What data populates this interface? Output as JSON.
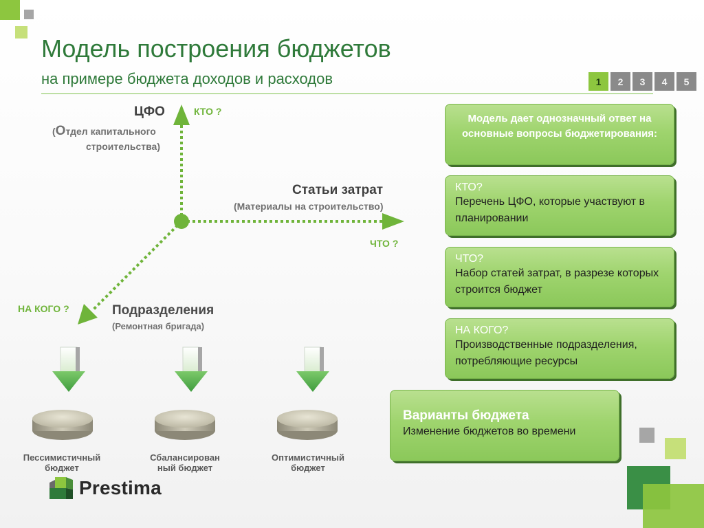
{
  "title": "Модель построения бюджетов",
  "subtitle": "на примере бюджета доходов и расходов",
  "pagination": [
    "1",
    "2",
    "3",
    "4",
    "5"
  ],
  "diagram": {
    "cfo": {
      "title": "ЦФО",
      "paren_open": "(",
      "first_letter": "О",
      "rest_line1": "тдел капитального",
      "line2": "строительства)",
      "question": "КТО ?"
    },
    "costs": {
      "title": "Статьи затрат",
      "sub": "(Материалы на строительство)",
      "question": "ЧТО ?"
    },
    "units": {
      "title": "Подразделения",
      "sub": "(Ремонтная бригада)",
      "question": "НА КОГО ?"
    }
  },
  "variants_bottom": [
    {
      "line1": "Пессимистичный",
      "line2": "бюджет"
    },
    {
      "line1": "Сбалансирован",
      "line2": "ный бюджет"
    },
    {
      "line1": "Оптимистичный",
      "line2": "бюджет"
    }
  ],
  "boxes": {
    "intro": "Модель дает однозначный ответ на основные вопросы бюджетирования:",
    "kto": {
      "head": "КТО?",
      "body": "Перечень ЦФО, которые участвуют в планировании"
    },
    "chto": {
      "head": "ЧТО?",
      "body": "Набор статей затрат, в разрезе которых строится бюджет"
    },
    "nakogo": {
      "head": "НА КОГО?",
      "body": "Производственные подразделения, потребляющие ресурсы"
    },
    "variants": {
      "head": "Варианты бюджета",
      "body": "Изменение бюджетов во времени"
    }
  },
  "logo": {
    "text": "Prestima"
  },
  "colors": {
    "accent": "#8dc63f",
    "title": "#2f7a3a",
    "dark_green": "#3a8f46"
  }
}
